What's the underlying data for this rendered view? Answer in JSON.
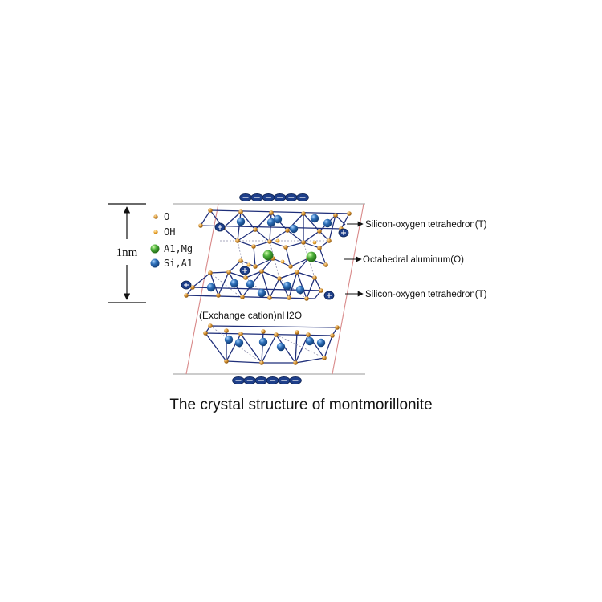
{
  "legend": {
    "o": "O",
    "oh": "OH",
    "almg": "A1,Mg",
    "sial": "Si,A1"
  },
  "scale": {
    "label": "1nm"
  },
  "labels": {
    "tetra_top": "Silicon-oxygen tetrahedron(T)",
    "octa": "Octahedral aluminum(O)",
    "tetra_bottom": "Silicon-oxygen tetrahedron(T)"
  },
  "exchange": "(Exchange cation)nH2O",
  "caption": "The crystal structure of montmorillonite",
  "colors": {
    "o_atom": "#c98a2e",
    "oh_atom": "#f0a830",
    "almg_atom": "#4caf3a",
    "sial_atom": "#2e6fb8",
    "bond": "#1f2f7a",
    "cation": "#1e3f8a",
    "boundary": "#d98a8a"
  }
}
